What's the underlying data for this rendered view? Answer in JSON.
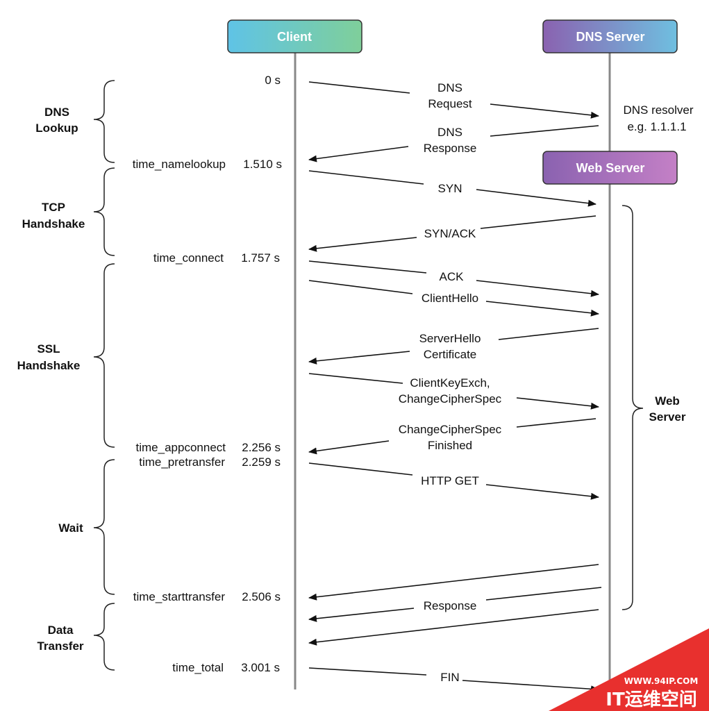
{
  "participants": {
    "client": "Client",
    "dns_server": "DNS Server",
    "web_server": "Web Server"
  },
  "dns_resolver": {
    "line1": "DNS resolver",
    "line2": "e.g. 1.1.1.1"
  },
  "timings": [
    {
      "label": "",
      "value": "0 s"
    },
    {
      "label": "time_namelookup",
      "value": "1.510 s"
    },
    {
      "label": "time_connect",
      "value": "1.757 s"
    },
    {
      "label": "time_appconnect",
      "value": "2.256 s"
    },
    {
      "label": "time_pretransfer",
      "value": "2.259 s"
    },
    {
      "label": "time_starttransfer",
      "value": "2.506 s"
    },
    {
      "label": "time_total",
      "value": "3.001 s"
    }
  ],
  "phases": [
    {
      "line1": "DNS",
      "line2": "Lookup"
    },
    {
      "line1": "TCP",
      "line2": "Handshake"
    },
    {
      "line1": "SSL",
      "line2": "Handshake"
    },
    {
      "line1": "Wait",
      "line2": ""
    },
    {
      "line1": "Data",
      "line2": "Transfer"
    }
  ],
  "web_server_phase": {
    "line1": "Web",
    "line2": "Server"
  },
  "messages": [
    {
      "line1": "DNS",
      "line2": "Request"
    },
    {
      "line1": "DNS",
      "line2": "Response"
    },
    {
      "line1": "SYN",
      "line2": ""
    },
    {
      "line1": "SYN/ACK",
      "line2": ""
    },
    {
      "line1": "ACK",
      "line2": ""
    },
    {
      "line1": "ClientHello",
      "line2": ""
    },
    {
      "line1": "ServerHello",
      "line2": "Certificate"
    },
    {
      "line1": "ClientKeyExch,",
      "line2": "ChangeCipherSpec"
    },
    {
      "line1": "ChangeCipherSpec",
      "line2": "Finished"
    },
    {
      "line1": "HTTP GET",
      "line2": ""
    },
    {
      "line1": "Response",
      "line2": ""
    },
    {
      "line1": "FIN",
      "line2": ""
    }
  ],
  "watermark": {
    "url": "WWW.94IP.COM",
    "brand": "IT运维空间"
  }
}
